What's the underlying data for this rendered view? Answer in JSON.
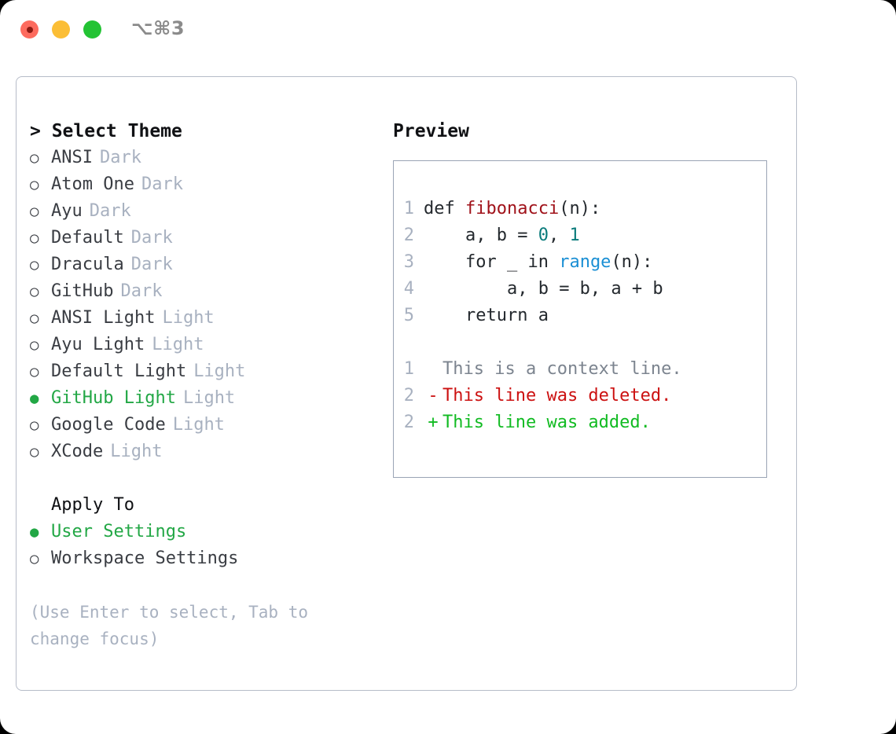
{
  "window": {
    "shortcut": "⌥⌘3",
    "traffic_lights": [
      "close",
      "minimize",
      "maximize"
    ],
    "colors": {
      "close": "#fd6b5e",
      "minimize": "#fbbe36",
      "maximize": "#23c334",
      "accent_green": "#22a745",
      "muted": "#a8b1c0",
      "panel_border": "#b6bcc8"
    }
  },
  "theme_picker": {
    "heading": "> Select Theme",
    "marker_unselected": "○",
    "marker_selected": "●",
    "items": [
      {
        "label": "ANSI",
        "badge": "Dark",
        "selected": false
      },
      {
        "label": "Atom One",
        "badge": "Dark",
        "selected": false
      },
      {
        "label": "Ayu",
        "badge": "Dark",
        "selected": false
      },
      {
        "label": "Default",
        "badge": "Dark",
        "selected": false
      },
      {
        "label": "Dracula",
        "badge": "Dark",
        "selected": false
      },
      {
        "label": "GitHub",
        "badge": "Dark",
        "selected": false
      },
      {
        "label": "ANSI Light",
        "badge": "Light",
        "selected": false
      },
      {
        "label": "Ayu Light",
        "badge": "Light",
        "selected": false
      },
      {
        "label": "Default Light",
        "badge": "Light",
        "selected": false
      },
      {
        "label": "GitHub Light",
        "badge": "Light",
        "selected": true
      },
      {
        "label": "Google Code",
        "badge": "Light",
        "selected": false
      },
      {
        "label": "XCode",
        "badge": "Light",
        "selected": false
      }
    ]
  },
  "apply_to": {
    "heading": "Apply To",
    "options": [
      {
        "label": "User Settings",
        "selected": true
      },
      {
        "label": "Workspace Settings",
        "selected": false
      }
    ]
  },
  "hint": "(Use Enter to select, Tab to change focus)",
  "preview": {
    "heading": "Preview",
    "code_lines": [
      {
        "no": "1",
        "indent": "",
        "parts": [
          {
            "text": "def ",
            "kind": "plain"
          },
          {
            "text": "fibonacci",
            "kind": "fn"
          },
          {
            "text": "(n):",
            "kind": "plain"
          }
        ]
      },
      {
        "no": "2",
        "indent": "    ",
        "parts": [
          {
            "text": "a, b = ",
            "kind": "plain"
          },
          {
            "text": "0",
            "kind": "num"
          },
          {
            "text": ", ",
            "kind": "plain"
          },
          {
            "text": "1",
            "kind": "num"
          }
        ]
      },
      {
        "no": "3",
        "indent": "    ",
        "parts": [
          {
            "text": "for _ in ",
            "kind": "plain"
          },
          {
            "text": "range",
            "kind": "builtin"
          },
          {
            "text": "(n):",
            "kind": "plain"
          }
        ]
      },
      {
        "no": "4",
        "indent": "        ",
        "parts": [
          {
            "text": "a, b = b, a + b",
            "kind": "plain"
          }
        ]
      },
      {
        "no": "5",
        "indent": "    ",
        "parts": [
          {
            "text": "return a",
            "kind": "plain"
          }
        ]
      }
    ],
    "diff_lines": [
      {
        "no": "1",
        "mark": "",
        "text": "This is a context line.",
        "kind": "context"
      },
      {
        "no": "2",
        "mark": "-",
        "text": "This line was deleted.",
        "kind": "deleted"
      },
      {
        "no": "2",
        "mark": "+",
        "text": "This line was added.",
        "kind": "added"
      }
    ]
  }
}
